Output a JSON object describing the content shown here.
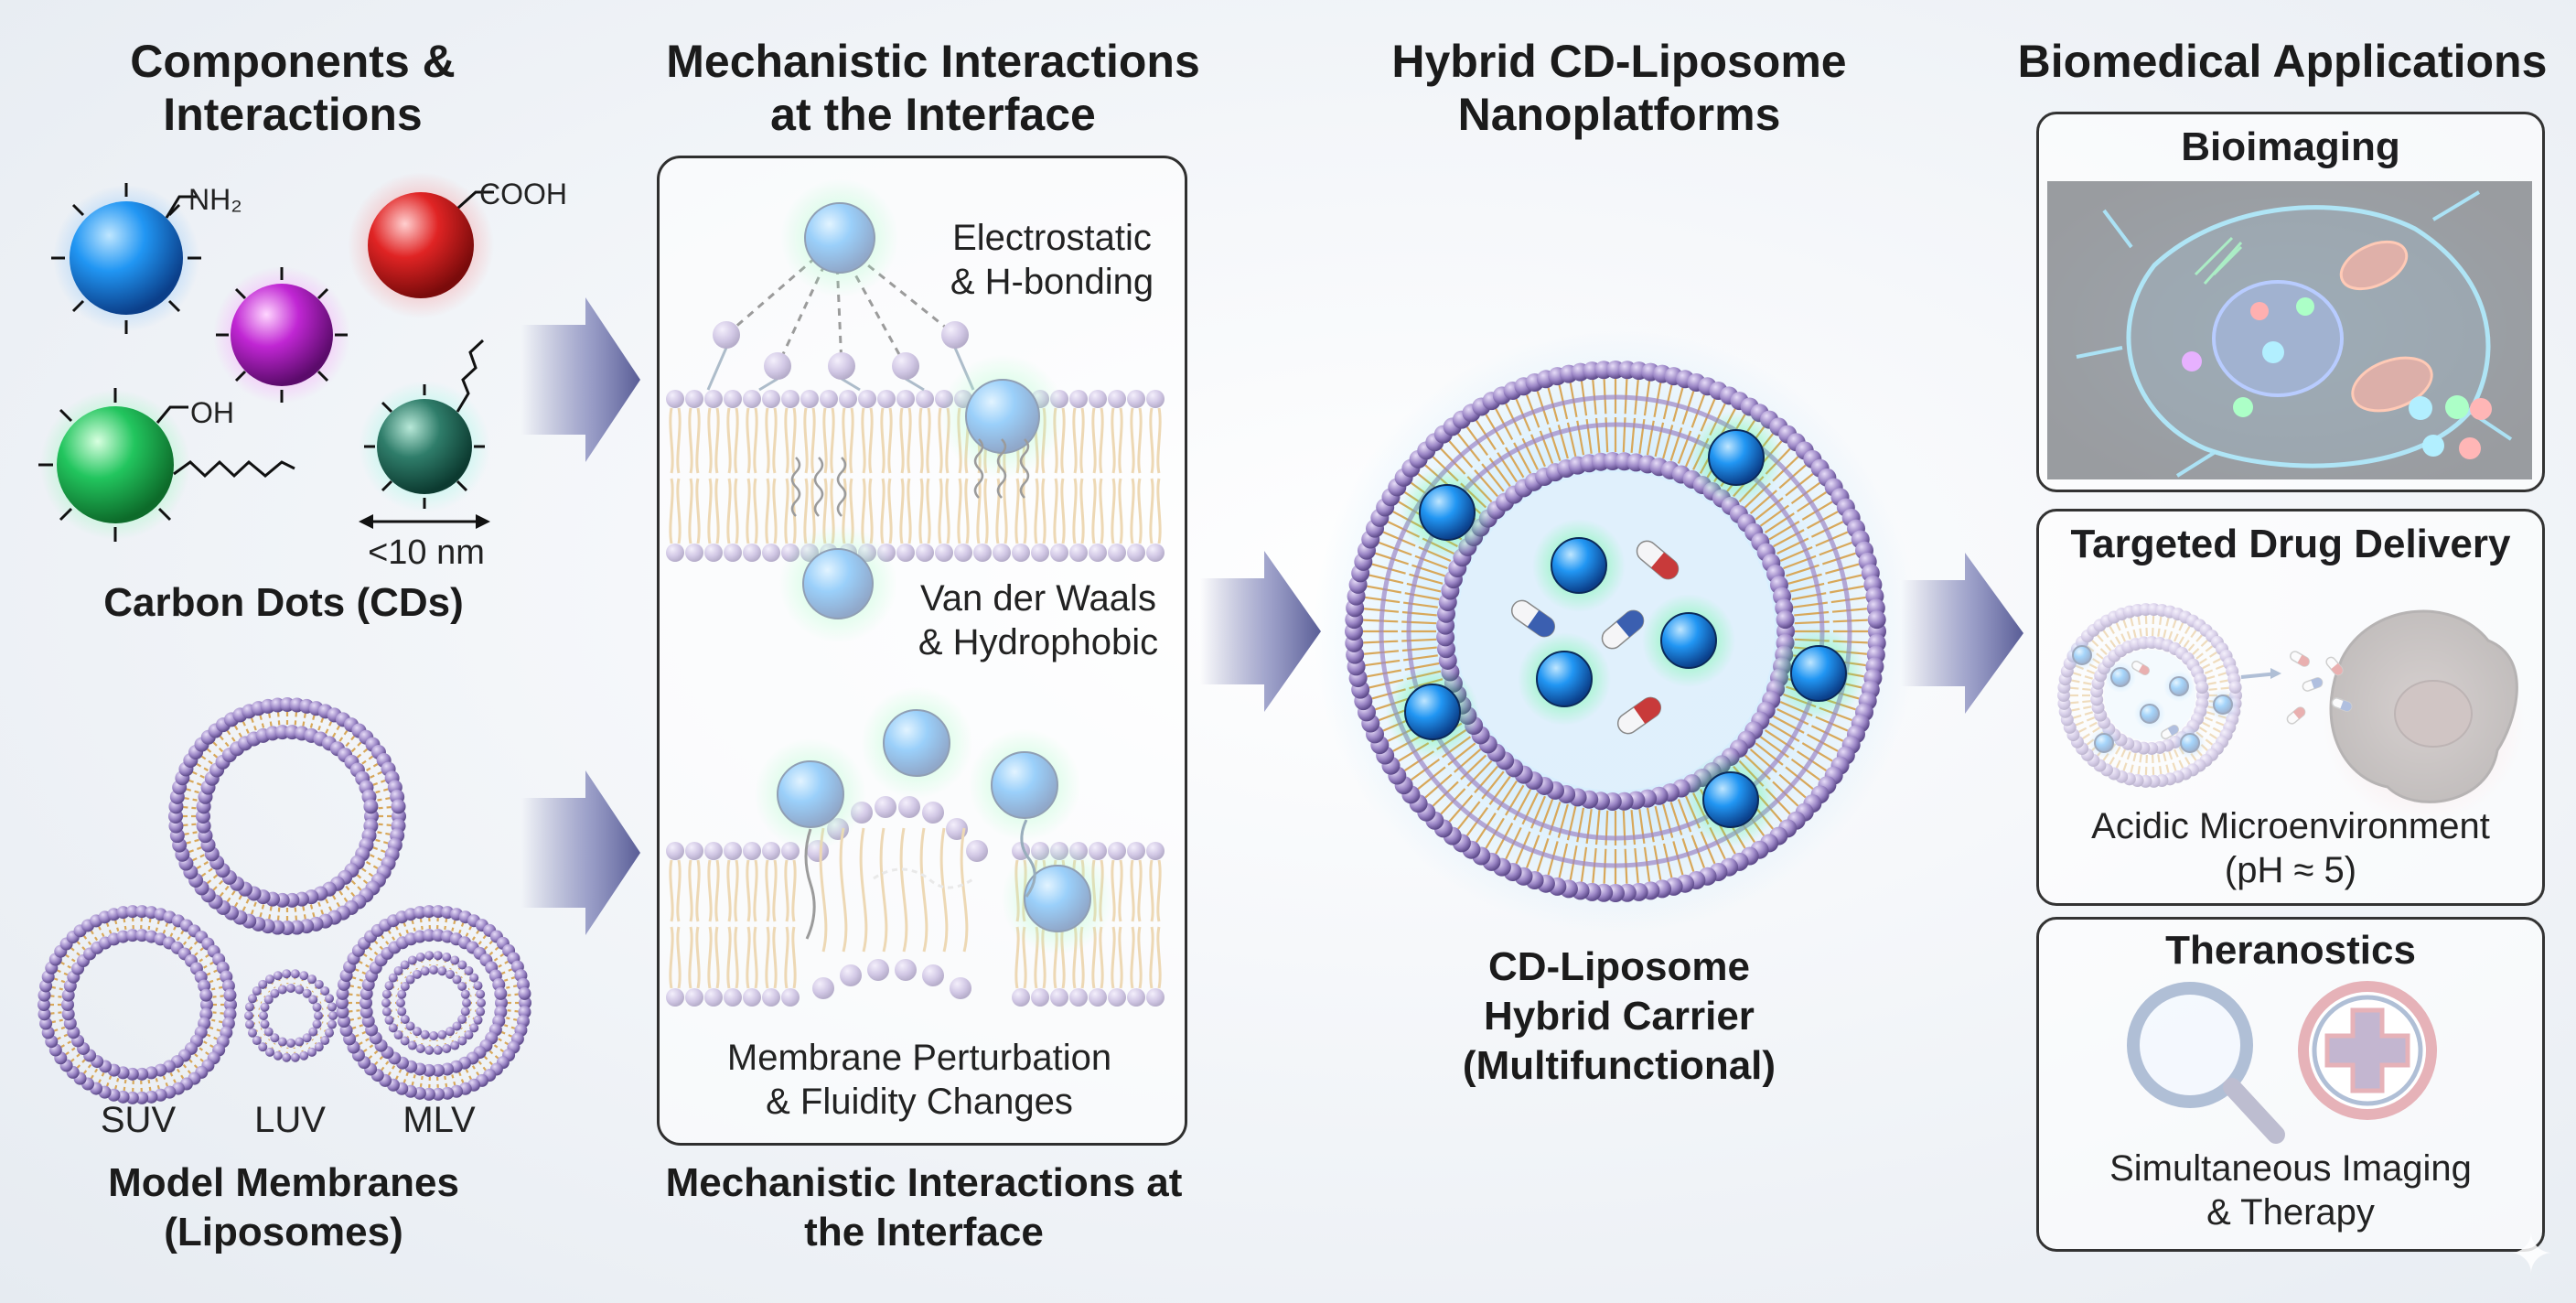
{
  "col1": {
    "title": "Components & Interactions",
    "nh2": "NH₂",
    "cooh": "COOH",
    "oh": "OH",
    "size": "<10 nm",
    "carbon_dots": "Carbon Dots (CDs)",
    "suv": "SUV",
    "luv": "LUV",
    "mlv": "MLV",
    "membranes_1": "Model Membranes",
    "membranes_2": "(Liposomes)"
  },
  "col2": {
    "title": "Mechanistic Interactions at the Interface",
    "electro_1": "Electrostatic",
    "electro_2": "& H-bonding",
    "vdw_1": "Van der Waals",
    "vdw_2": "& Hydrophobic",
    "perturb_1": "Membrane Perturbation",
    "perturb_2": "& Fluidity Changes",
    "caption": "Mechanistic Interactions at the Interface"
  },
  "col3": {
    "title": "Hybrid CD-Liposome Nanoplatforms",
    "caption_1": "CD-Liposome",
    "caption_2": "Hybrid Carrier",
    "caption_3": "(Multifunctional)"
  },
  "col4": {
    "title": "Biomedical Applications",
    "bioimaging": "Bioimaging",
    "drug_delivery": "Targeted Drug Delivery",
    "acidic_1": "Acidic Microenvironment",
    "acidic_2": "(pH ≈ 5)",
    "theranostics": "Theranostics",
    "simul_1": "Simultaneous Imaging",
    "simul_2": "& Therapy"
  },
  "colors": {
    "lipid_head": "#9b86c6",
    "lipid_tail": "#d8a85a",
    "cd_blue": "#1e88e5",
    "cd_green": "#22c55e",
    "cd_red": "#dc2626",
    "cd_magenta": "#c026d3",
    "arrow": "#5b5f9e"
  }
}
